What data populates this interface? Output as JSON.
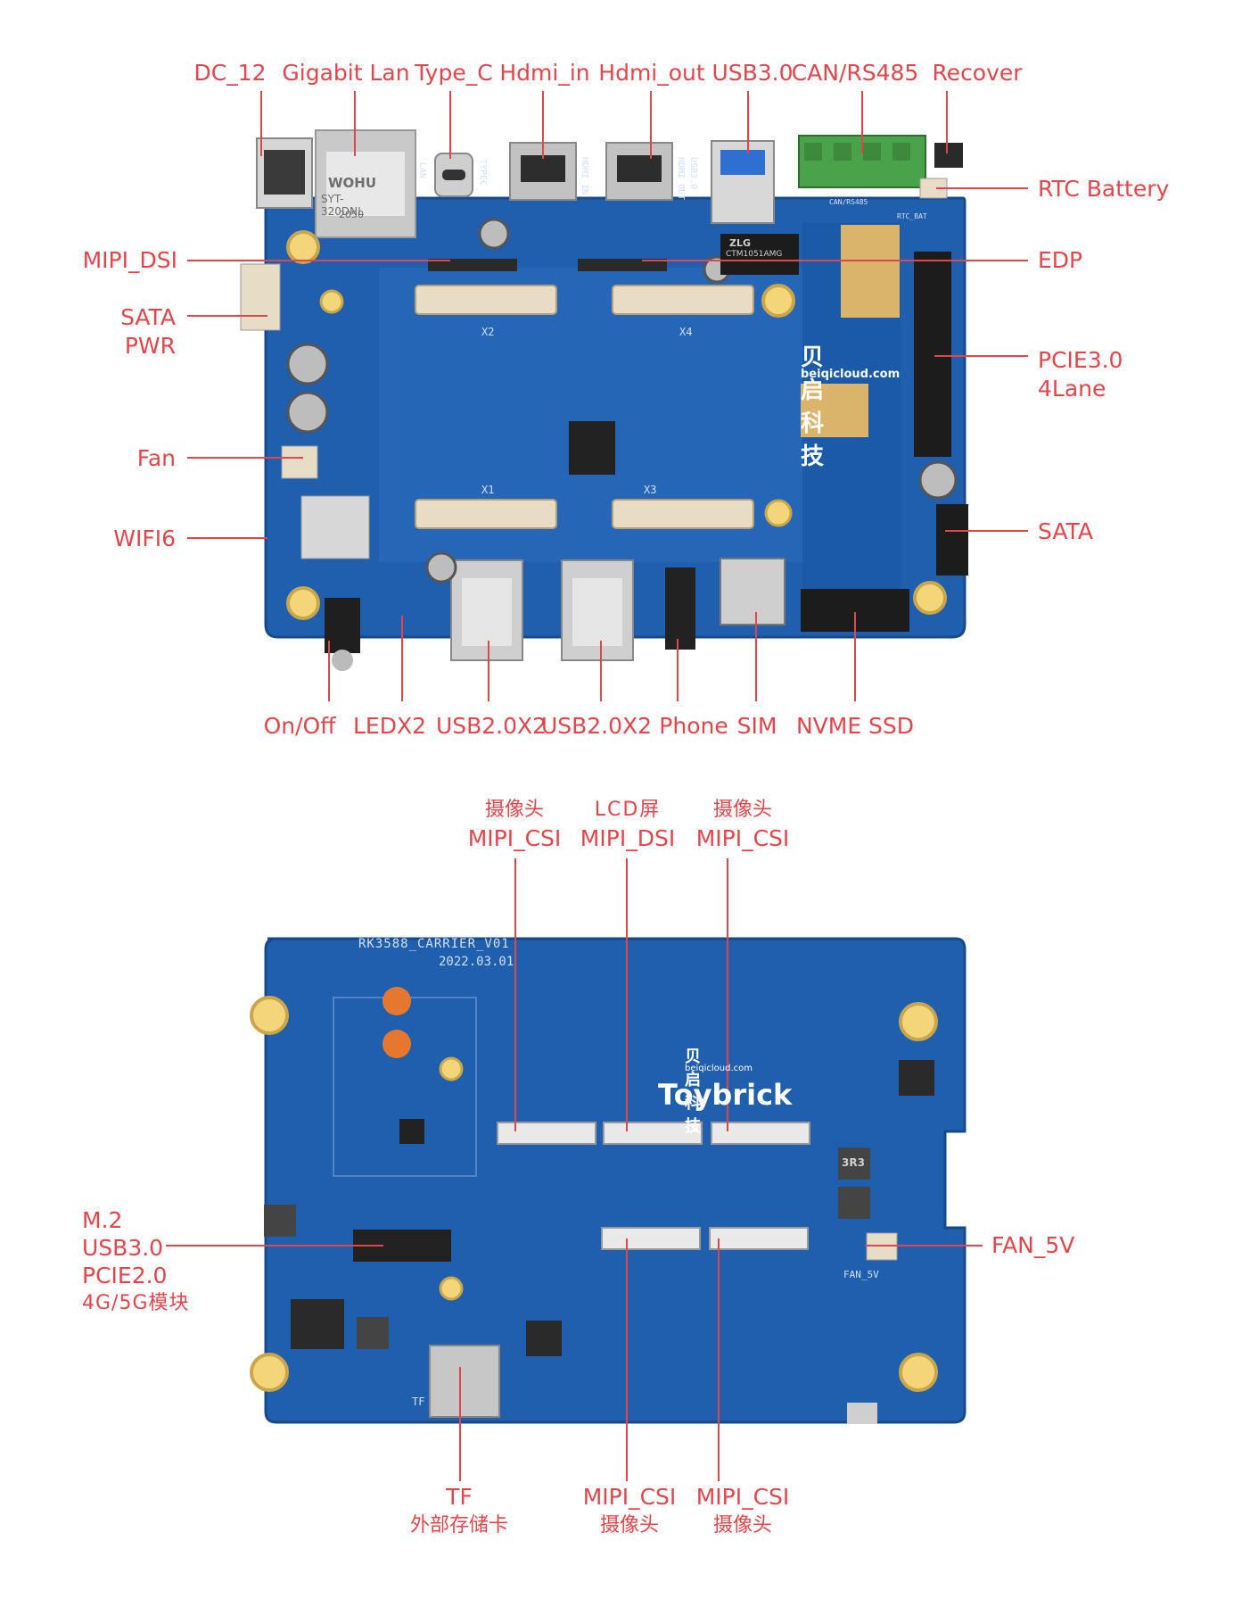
{
  "top_view": {
    "labels_top": [
      "DC_12",
      "Gigabit Lan",
      "Type_C",
      "Hdmi_in",
      "Hdmi_out",
      "USB3.0",
      "CAN/RS485",
      "Recover"
    ],
    "labels_left": [
      "MIPI_DSI",
      "SATA",
      "PWR",
      "Fan",
      "WIFI6"
    ],
    "labels_right": [
      "RTC Battery",
      "EDP",
      "PCIE3.0",
      "4Lane",
      "SATA"
    ],
    "labels_bottom": [
      "On/Off",
      "LEDX2",
      "USB2.0X2",
      "USB2.0X2",
      "Phone",
      "SIM",
      "NVME SSD"
    ],
    "board_silkscreen": {
      "brand_cn": "贝启科技",
      "brand_url": "beiqicloud.com",
      "lan_chip": [
        "WOHU",
        "SYT-320DNL",
        "2050"
      ],
      "connectors": [
        "X2",
        "X4",
        "X1",
        "X3"
      ],
      "port_marks": [
        "LAN",
        "TYPEC",
        "HDMI_IN",
        "HDMI_OUT",
        "USB3.0",
        "CAN/RS485",
        "RTC_BAT"
      ],
      "can_chip": [
        "ZLG",
        "CTM1051AMG"
      ]
    }
  },
  "bottom_view": {
    "labels_top": [
      {
        "cn": "摄像头",
        "en": "MIPI_CSI"
      },
      {
        "cn": "LCD屏",
        "en": "MIPI_DSI"
      },
      {
        "cn": "摄像头",
        "en": "MIPI_CSI"
      }
    ],
    "label_left": {
      "l1": "M.2",
      "l2": "USB3.0",
      "l3": "PCIE2.0",
      "l4": "4G/5G模块"
    },
    "label_right": "FAN_5V",
    "labels_bottom": [
      {
        "en": "TF",
        "cn": "外部存储卡"
      },
      {
        "en": "MIPI_CSI",
        "cn": "摄像头"
      },
      {
        "en": "MIPI_CSI",
        "cn": "摄像头"
      }
    ],
    "board_silkscreen": {
      "board_name": "RK3588_CARRIER_V01",
      "date": "2022.03.01",
      "brand_cn": "贝启科技",
      "brand_url": "beiqicloud.com",
      "logo": "Toybrick",
      "inductor": "3R3",
      "fan": "FAN_5V",
      "tf": "TF"
    }
  },
  "colors": {
    "accent": "#e0474c",
    "pcb": "#1f5fae",
    "connector": "#e9dcc4"
  }
}
